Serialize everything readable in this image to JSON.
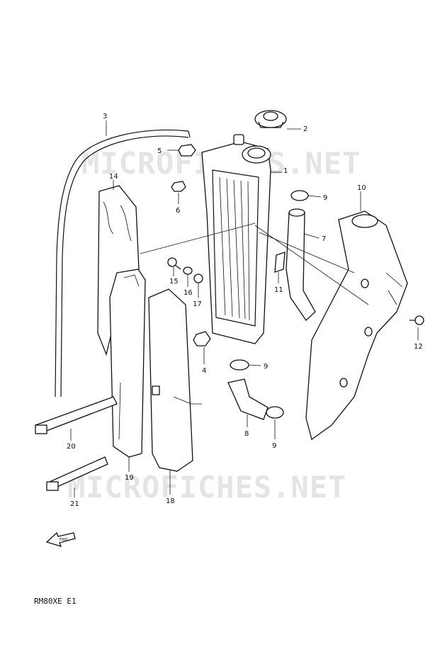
{
  "watermark_text": "MICROFICHES.NET",
  "model_code": "RM80XE E1",
  "fwd_label": "FWD",
  "callouts": [
    {
      "id": "1",
      "label": "1"
    },
    {
      "id": "2",
      "label": "2"
    },
    {
      "id": "3",
      "label": "3"
    },
    {
      "id": "4",
      "label": "4"
    },
    {
      "id": "5",
      "label": "5"
    },
    {
      "id": "6",
      "label": "6"
    },
    {
      "id": "7",
      "label": "7"
    },
    {
      "id": "8",
      "label": "8"
    },
    {
      "id": "9a",
      "label": "9"
    },
    {
      "id": "9b",
      "label": "9"
    },
    {
      "id": "9c",
      "label": "9"
    },
    {
      "id": "10",
      "label": "10"
    },
    {
      "id": "11",
      "label": "11"
    },
    {
      "id": "12",
      "label": "12"
    },
    {
      "id": "14",
      "label": "14"
    },
    {
      "id": "15",
      "label": "15"
    },
    {
      "id": "16",
      "label": "16"
    },
    {
      "id": "17",
      "label": "17"
    },
    {
      "id": "18",
      "label": "18"
    },
    {
      "id": "19",
      "label": "19"
    },
    {
      "id": "20",
      "label": "20"
    },
    {
      "id": "21",
      "label": "21"
    }
  ]
}
